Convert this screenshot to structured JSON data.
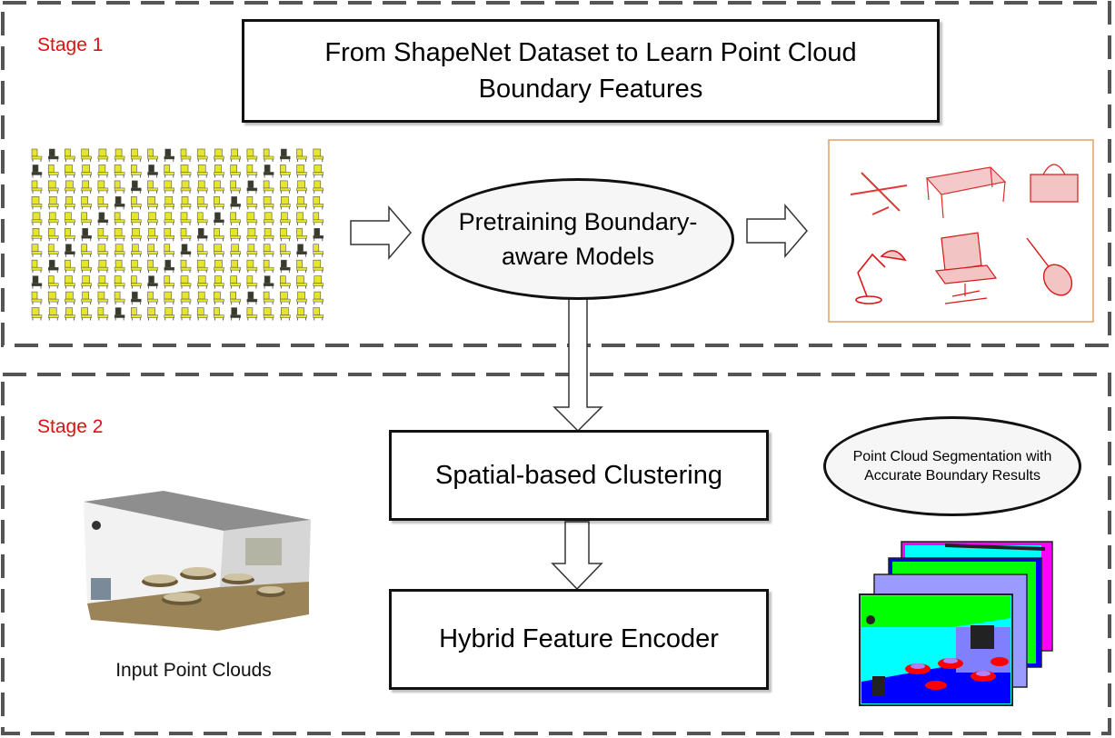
{
  "stage1": {
    "label": "Stage 1",
    "title": "From ShapeNet Dataset to Learn Point Cloud Boundary Features",
    "pretrain": "Pretraining Boundary-aware Models"
  },
  "stage2": {
    "label": "Stage 2",
    "clustering": "Spatial-based Clustering",
    "encoder": "Hybrid Feature Encoder",
    "input_caption": "Input Point Clouds",
    "result": "Point Cloud Segmentation with Accurate Boundary Results"
  },
  "colors": {
    "stage_label": "#e01010",
    "chair_yellow": "#e6e62a",
    "point_red": "#d81818",
    "frame_orange": "#e0a060"
  },
  "icons": [
    "arrow-right-icon",
    "arrow-down-icon",
    "chair-grid-image",
    "point-cloud-objects-image",
    "room-scan-image",
    "segmentation-result-image"
  ]
}
